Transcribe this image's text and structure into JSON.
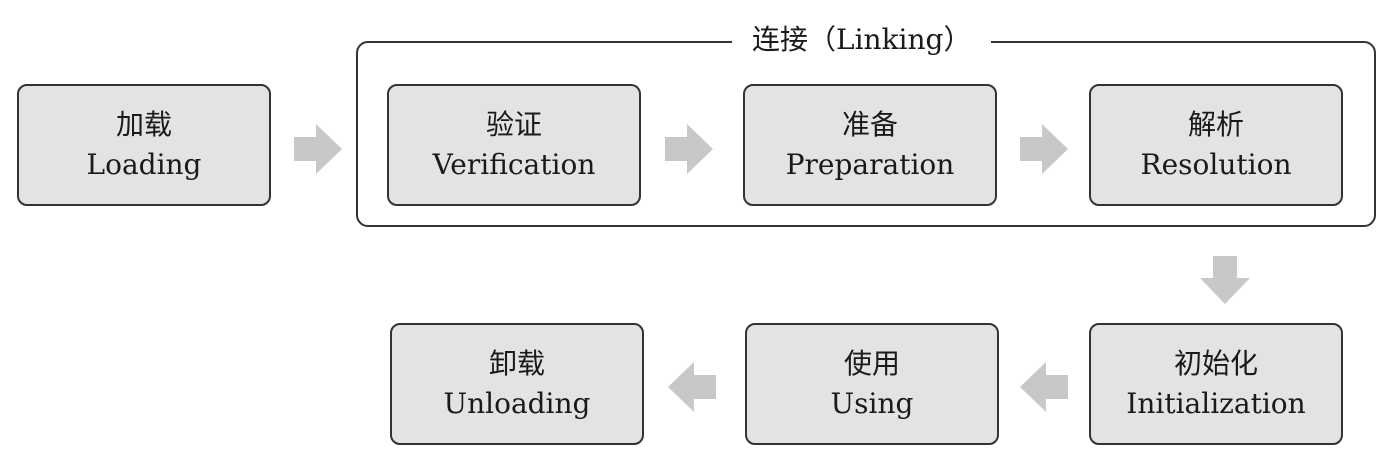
{
  "group": {
    "title": "连接（Linking）"
  },
  "nodes": [
    {
      "id": "loading",
      "zh": "加载",
      "en": "Loading"
    },
    {
      "id": "verification",
      "zh": "验证",
      "en": "Verification"
    },
    {
      "id": "preparation",
      "zh": "准备",
      "en": "Preparation"
    },
    {
      "id": "resolution",
      "zh": "解析",
      "en": "Resolution"
    },
    {
      "id": "initialization",
      "zh": "初始化",
      "en": "Initialization"
    },
    {
      "id": "using",
      "zh": "使用",
      "en": "Using"
    },
    {
      "id": "unloading",
      "zh": "卸载",
      "en": "Unloading"
    }
  ],
  "colors": {
    "node_fill": "#e3e3e3",
    "arrow": "#c8c8c8",
    "border": "#333333"
  }
}
